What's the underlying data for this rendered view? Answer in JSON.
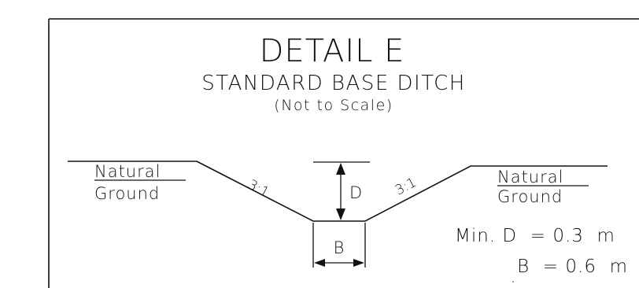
{
  "detail": {
    "title": "DETAIL E",
    "subtitle": "STANDARD BASE DITCH",
    "scale_note": "(Not to Scale)"
  },
  "left_ground": {
    "line1": "Natural",
    "line2": "Ground"
  },
  "right_ground": {
    "line1": "Natural",
    "line2": "Ground"
  },
  "slopes": {
    "left": "3:1",
    "right": "3:1"
  },
  "dimensions": {
    "depth_label": "D",
    "base_label": "B"
  },
  "specs": {
    "min_d": "Min. D  = 0.3  m",
    "b": "B  = 0.6  m"
  }
}
